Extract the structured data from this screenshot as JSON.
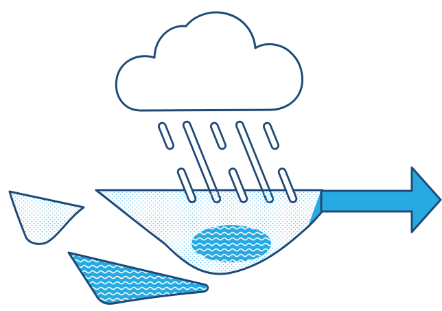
{
  "illustration": {
    "elements": [
      "cloud-icon",
      "rain-streak",
      "basin",
      "outflow-arrow",
      "groundwater-pool",
      "rock-fragment"
    ]
  },
  "colors": {
    "outline": "#1f4a77",
    "accent": "#27a9e1",
    "dots": "#6cc3ea",
    "waves": "#ffffff",
    "background": "#ffffff"
  }
}
